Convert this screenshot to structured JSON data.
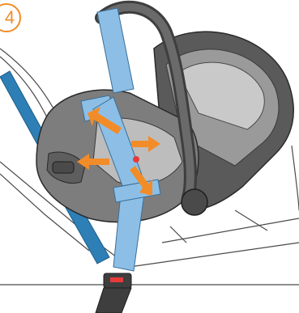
{
  "step": {
    "number": "4"
  },
  "colors": {
    "accent": "#f28c28",
    "belt": "#8dbfe6",
    "belt_dark": "#2d7fb6",
    "shell_dark": "#5a5a5a",
    "shell_mid": "#7d7d7d",
    "fabric_light": "#c9c9c9",
    "buckle": "#e63a3a"
  },
  "illustration": {
    "subject": "infant-car-seat-seatbelt-routing",
    "arrows": [
      "arrow-up-left",
      "arrow-left",
      "arrow-right",
      "arrow-down-right"
    ]
  }
}
